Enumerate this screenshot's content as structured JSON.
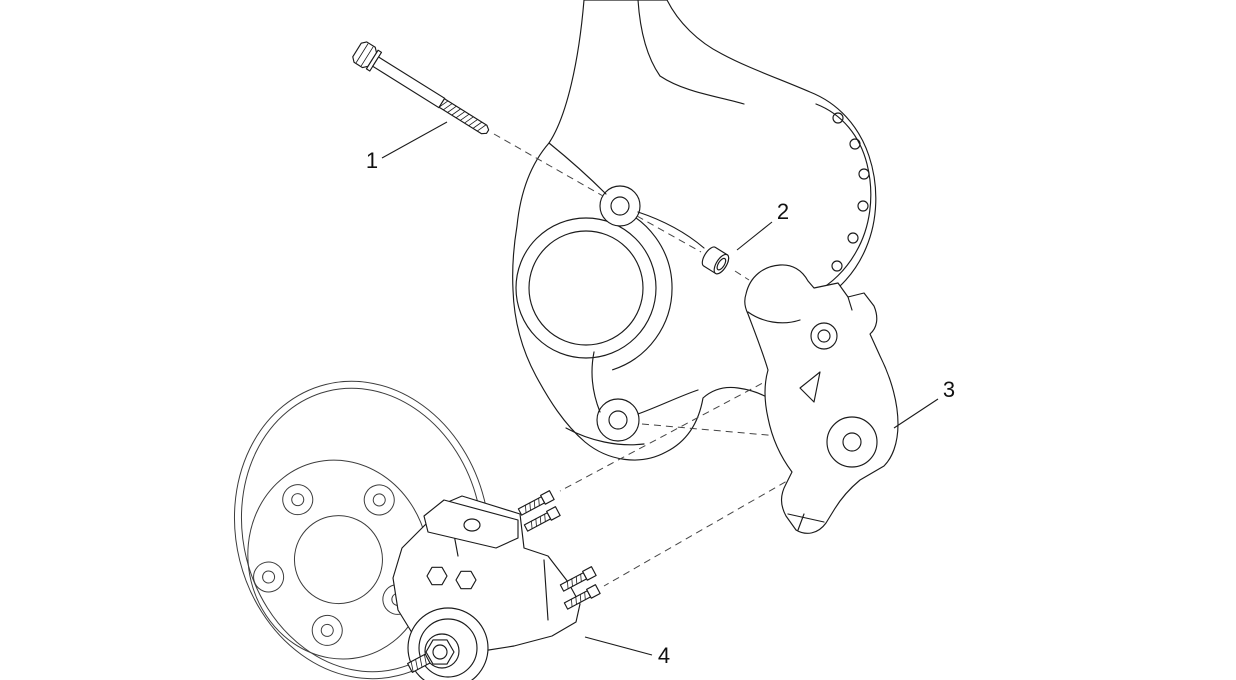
{
  "figure": {
    "background_color": "#ffffff",
    "line_color": "#1b1b1b",
    "callouts": [
      {
        "text": "1"
      },
      {
        "text": "2"
      },
      {
        "text": "3"
      },
      {
        "text": "4"
      }
    ]
  }
}
